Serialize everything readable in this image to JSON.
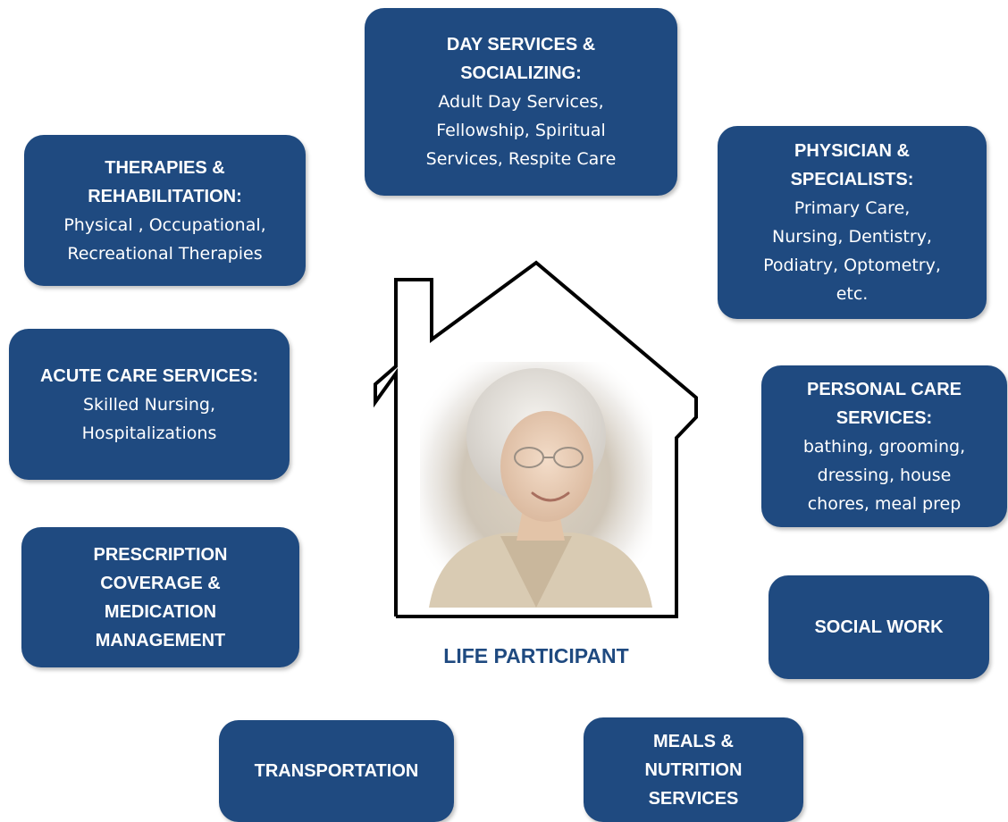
{
  "center": {
    "label": "LIFE PARTICIPANT"
  },
  "services": {
    "day": {
      "title": "DAY SERVICES &\nSOCIALIZING:",
      "body": "Adult Day Services,\nFellowship, Spiritual\nServices, Respite Care"
    },
    "therapies": {
      "title": "THERAPIES &\nREHABILITATION:",
      "body": "Physical , Occupational,\nRecreational Therapies"
    },
    "physician": {
      "title": "PHYSICIAN &\nSPECIALISTS:",
      "body": "Primary Care,\nNursing, Dentistry,\nPodiatry, Optometry,\netc."
    },
    "acute": {
      "title": "ACUTE CARE SERVICES:",
      "body": "Skilled Nursing,\nHospitalizations"
    },
    "personal": {
      "title": "PERSONAL CARE\nSERVICES:",
      "body": "bathing, grooming,\ndressing, house\nchores, meal prep"
    },
    "prescription": {
      "title": "PRESCRIPTION\nCOVERAGE &\nMEDICATION\nMANAGEMENT"
    },
    "social": {
      "title": "SOCIAL WORK"
    },
    "transportation": {
      "title": "TRANSPORTATION"
    },
    "meals": {
      "title": "MEALS &\nNUTRITION\nSERVICES"
    }
  },
  "colors": {
    "box_fill": "#1f4a80",
    "box_text": "#ffffff",
    "label_text": "#1f4a80",
    "house_outline": "#000000"
  },
  "icons": {
    "house": "house-outline-icon",
    "portrait": "elderly-woman-photo"
  }
}
